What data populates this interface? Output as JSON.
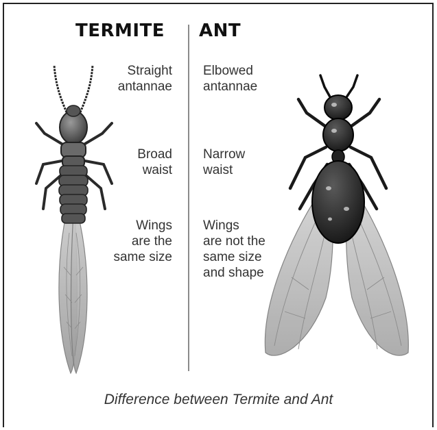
{
  "headings": {
    "termite": "TERMITE",
    "ant": "ANT"
  },
  "termite_labels": {
    "antennae": "Straight\nantannae",
    "waist": "Broad\nwaist",
    "wings": "Wings\nare the\nsame size"
  },
  "ant_labels": {
    "antennae": "Elbowed\nantannae",
    "waist": "Narrow\nwaist",
    "wings": "Wings\nare not the\nsame size\nand shape"
  },
  "caption": "Difference between Termite and Ant"
}
